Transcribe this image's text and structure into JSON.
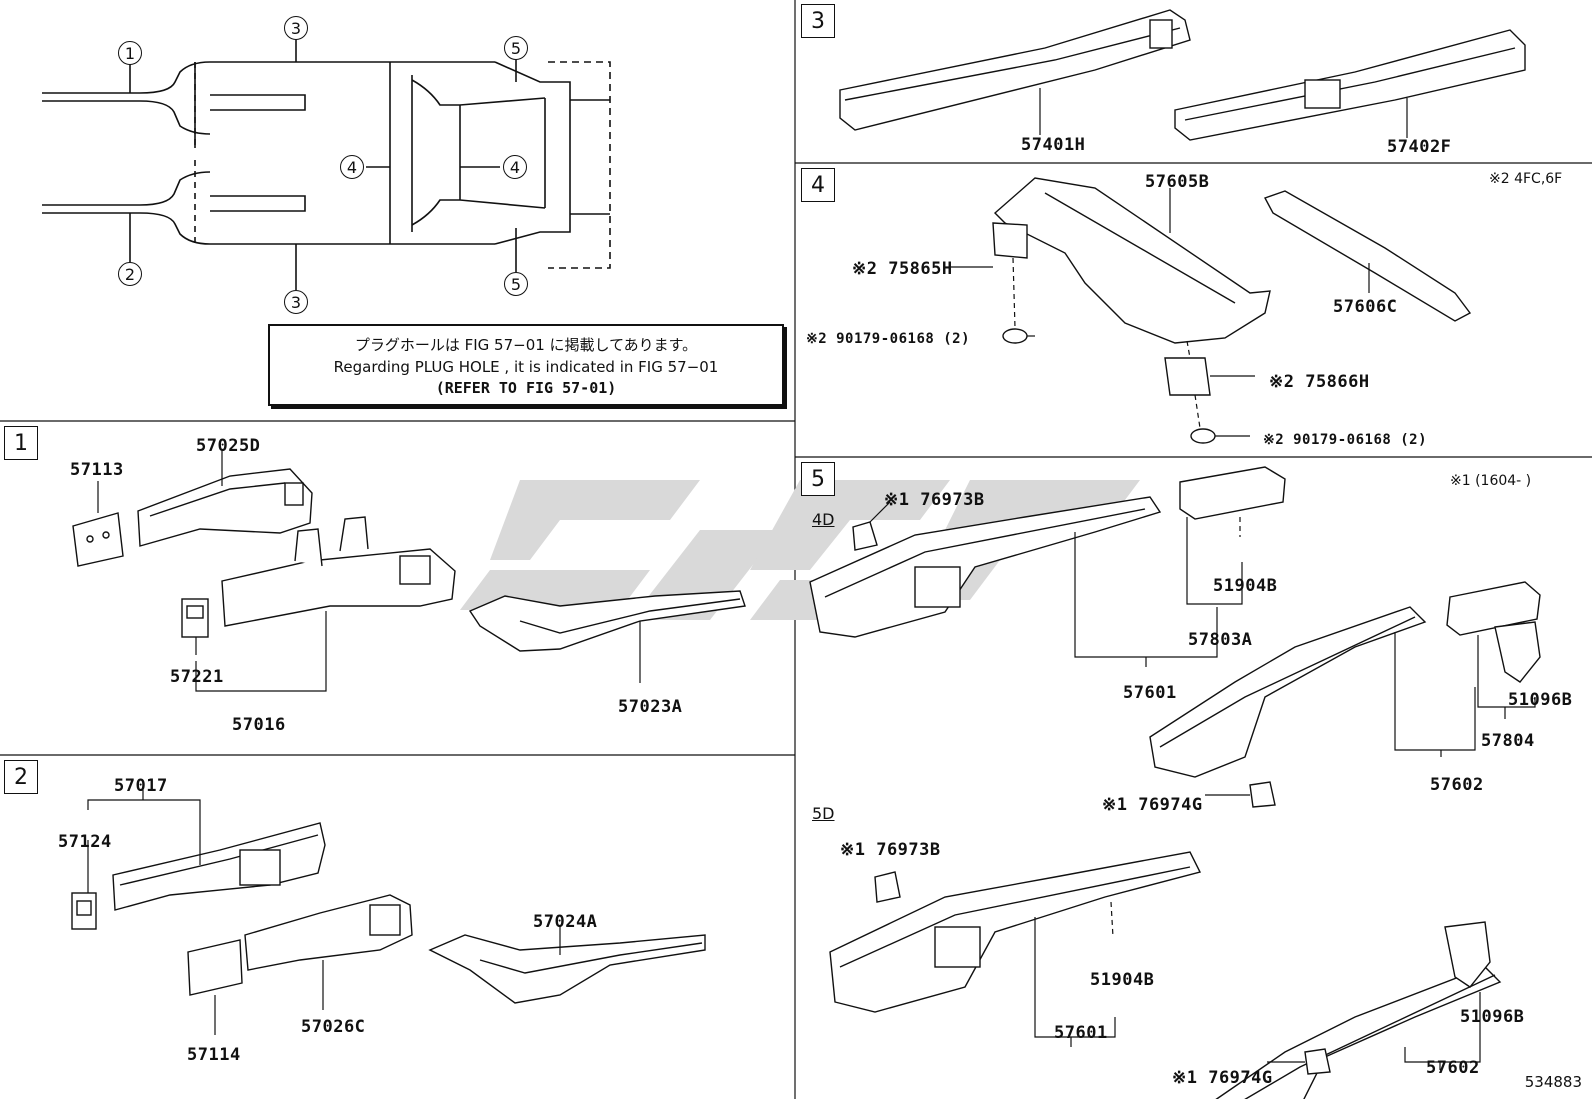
{
  "sections": [
    "1",
    "2",
    "3",
    "4",
    "5"
  ],
  "overview_callouts": [
    "1",
    "2",
    "3",
    "3",
    "4",
    "4",
    "5",
    "5"
  ],
  "plug_hole_note": {
    "line_jp": "プラグホールは FIG 57−01 に掲載してあります。",
    "line_en": "Regarding PLUG HOLE , it is indicated in FIG 57−01",
    "line_ref": "(REFER TO FIG 57-01)"
  },
  "section1": {
    "parts": [
      "57113",
      "57025D",
      "57221",
      "57016",
      "57023A"
    ]
  },
  "section2": {
    "parts": [
      "57017",
      "57124",
      "57114",
      "57026C",
      "57024A"
    ]
  },
  "section3": {
    "parts": [
      "57401H",
      "57402F"
    ]
  },
  "section4": {
    "applicability": "※2 4FC,6F",
    "parts": [
      "57605B",
      "※2 75865H",
      "※2 90179-06168 (2)",
      "57606C",
      "※2 75866H",
      "※2 90179-06168 (2)"
    ]
  },
  "section5": {
    "applicability": "※1 (1604-   )",
    "variant_4d": "4D",
    "variant_5d": "5D",
    "parts_4d": [
      "※1 76973B",
      "57601",
      "57803A",
      "51904B",
      "51096B",
      "57804",
      "57602",
      "※1 76974G"
    ],
    "parts_5d": [
      "※1 76973B",
      "51904B",
      "57601",
      "51096B",
      "57602",
      "※1 76974G"
    ]
  },
  "figure_number": "534883",
  "colors": {
    "ink": "#111111",
    "watermark": "#d9d9d9"
  }
}
